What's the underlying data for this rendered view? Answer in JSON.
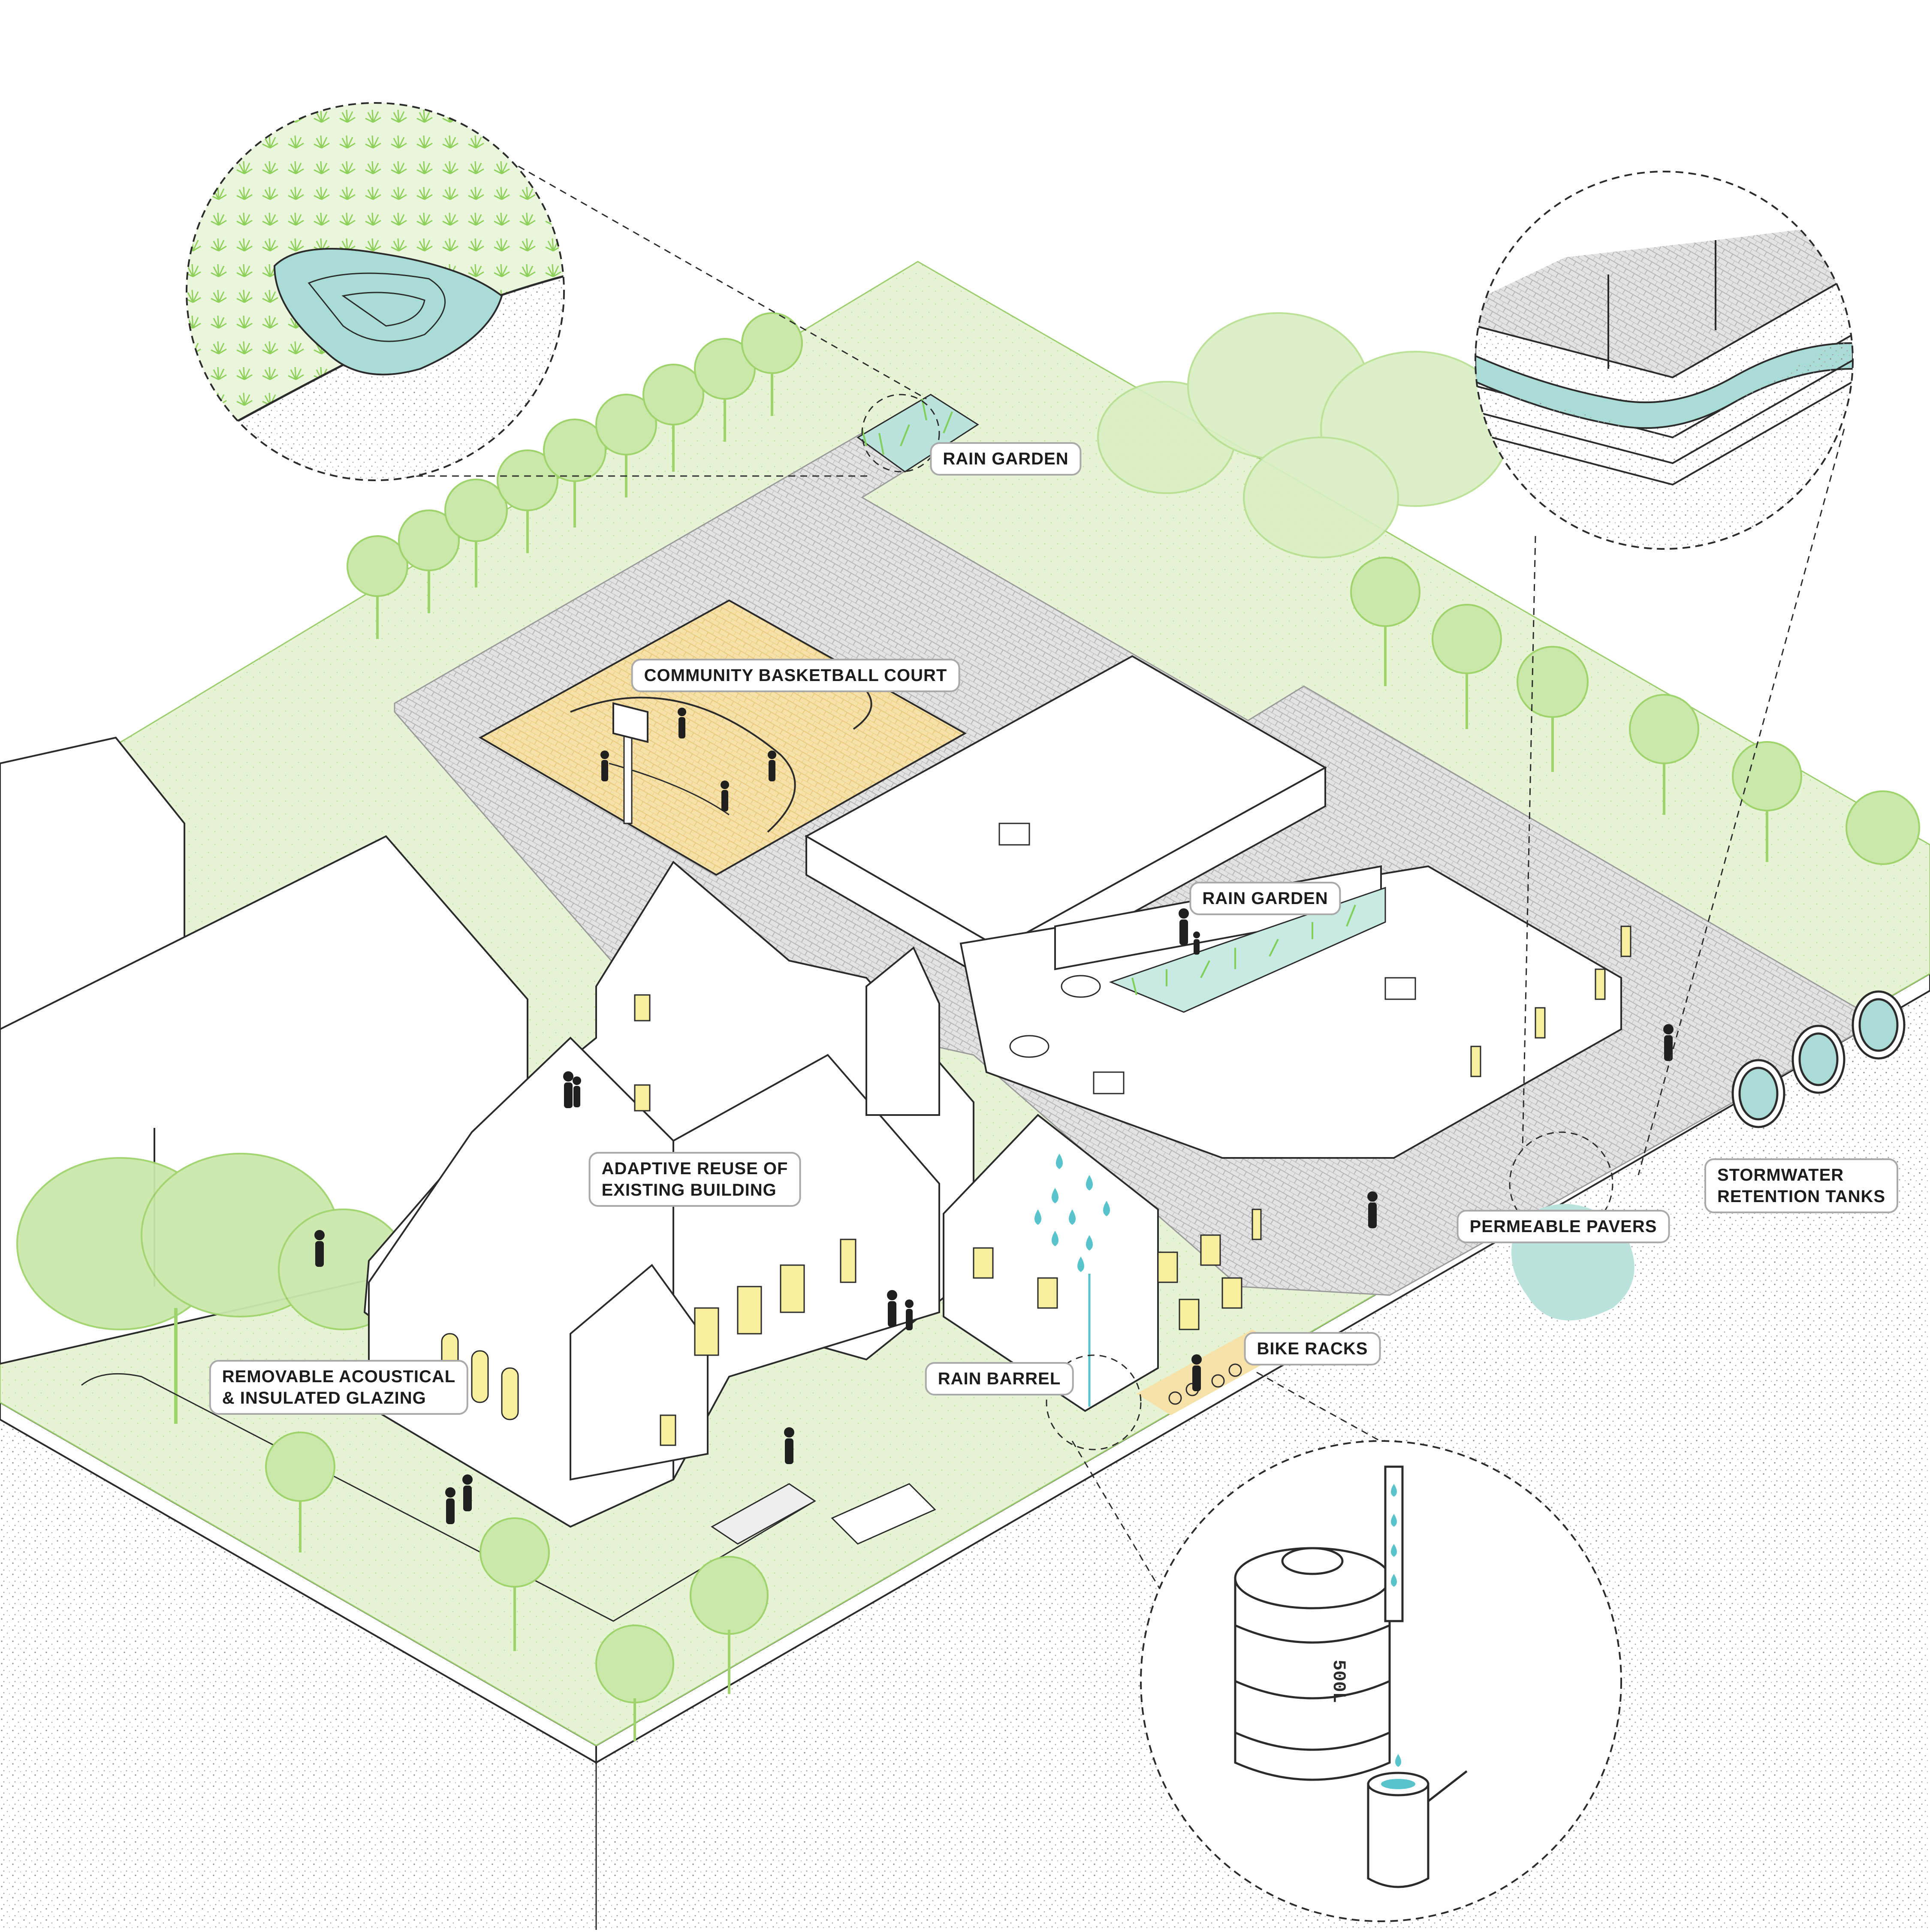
{
  "labels": {
    "rain_garden_top": "RAIN GARDEN",
    "basketball_court": "COMMUNITY BASKETBALL COURT",
    "rain_garden_courtyard": "RAIN GARDEN",
    "adaptive_reuse_line1": "ADAPTIVE REUSE OF",
    "adaptive_reuse_line2": "EXISTING BUILDING",
    "permeable_pavers": "PERMEABLE PAVERS",
    "stormwater_line1": "STORMWATER",
    "stormwater_line2": "RETENTION TANKS",
    "bike_racks": "BIKE RACKS",
    "rain_barrel": "RAIN BARREL",
    "glazing_line1": "REMOVABLE ACOUSTICAL",
    "glazing_line2": "& INSULATED GLAZING"
  },
  "tank_text": "500L",
  "colors": {
    "lawn": "#e6f2d3",
    "tree": "#c6e6a4",
    "tree_stroke": "#9fd36b",
    "paver": "#d9d9d9",
    "court": "#f6e2a8",
    "water": "#a9dcd6",
    "water_drop": "#59c3cc",
    "window": "#f7ef9e",
    "ground": "#ffffff",
    "line": "#2b2b2b"
  },
  "icons": [
    "magnifier-callout-icon",
    "water-drop-icon",
    "person-silhouette-icon",
    "tree-icon",
    "hvac-unit-icon",
    "bicycle-icon",
    "watering-can-icon"
  ]
}
